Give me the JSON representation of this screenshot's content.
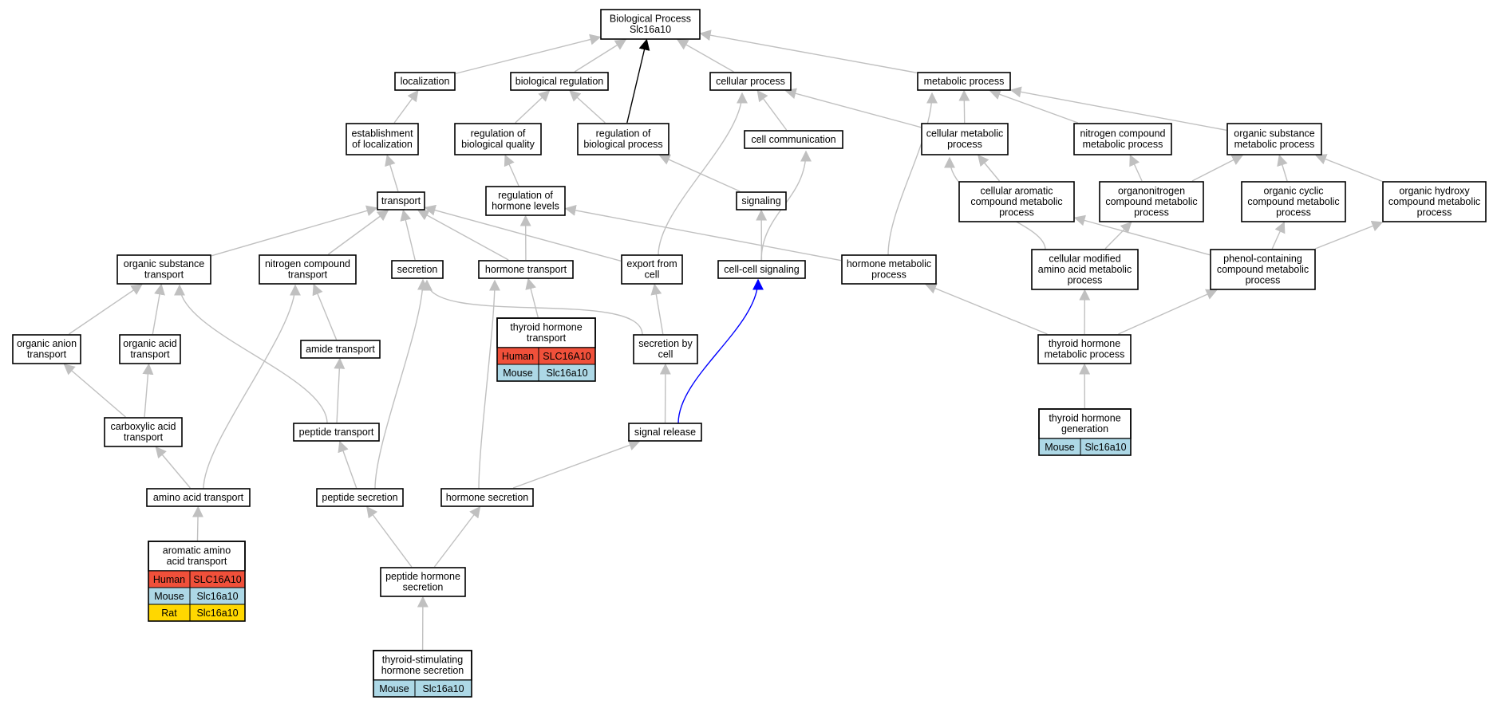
{
  "colors": {
    "edge_default": "#c0c0c0",
    "edge_root": "#000000",
    "edge_highlight": "#0000ff",
    "human": "#f0503a",
    "mouse": "#add8e6",
    "rat": "#ffd700"
  },
  "nodes": [
    {
      "id": "bp",
      "lines": [
        "Biological Process",
        "Slc16a10"
      ]
    },
    {
      "id": "localization",
      "lines": [
        "localization"
      ]
    },
    {
      "id": "bioreg",
      "lines": [
        "biological regulation"
      ]
    },
    {
      "id": "cellproc",
      "lines": [
        "cellular process"
      ]
    },
    {
      "id": "metproc",
      "lines": [
        "metabolic process"
      ]
    },
    {
      "id": "estloc",
      "lines": [
        "establishment",
        "of localization"
      ]
    },
    {
      "id": "regbioqual",
      "lines": [
        "regulation of",
        "biological quality"
      ]
    },
    {
      "id": "regbioproc",
      "lines": [
        "regulation of",
        "biological process"
      ]
    },
    {
      "id": "cellcomm",
      "lines": [
        "cell communication"
      ]
    },
    {
      "id": "cellmet",
      "lines": [
        "cellular metabolic",
        "process"
      ]
    },
    {
      "id": "nitromet",
      "lines": [
        "nitrogen compound",
        "metabolic process"
      ]
    },
    {
      "id": "orgsubmet",
      "lines": [
        "organic substance",
        "metabolic process"
      ]
    },
    {
      "id": "transport",
      "lines": [
        "transport"
      ]
    },
    {
      "id": "reghorm",
      "lines": [
        "regulation of",
        "hormone levels"
      ]
    },
    {
      "id": "signaling",
      "lines": [
        "signaling"
      ]
    },
    {
      "id": "cellarom",
      "lines": [
        "cellular aromatic",
        "compound metabolic",
        "process"
      ]
    },
    {
      "id": "organonitro",
      "lines": [
        "organonitrogen",
        "compound metabolic",
        "process"
      ]
    },
    {
      "id": "orgcyclic",
      "lines": [
        "organic cyclic",
        "compound metabolic",
        "process"
      ]
    },
    {
      "id": "orghydroxy",
      "lines": [
        "organic hydroxy",
        "compound metabolic",
        "process"
      ]
    },
    {
      "id": "orgsubtrans",
      "lines": [
        "organic substance",
        "transport"
      ]
    },
    {
      "id": "nitrotrans",
      "lines": [
        "nitrogen compound",
        "transport"
      ]
    },
    {
      "id": "secretion",
      "lines": [
        "secretion"
      ]
    },
    {
      "id": "hormtrans",
      "lines": [
        "hormone transport"
      ]
    },
    {
      "id": "exportcell",
      "lines": [
        "export from",
        "cell"
      ]
    },
    {
      "id": "cellcellsig",
      "lines": [
        "cell-cell signaling"
      ]
    },
    {
      "id": "hormmet",
      "lines": [
        "hormone metabolic",
        "process"
      ]
    },
    {
      "id": "cellmodaa",
      "lines": [
        "cellular modified",
        "amino acid metabolic",
        "process"
      ]
    },
    {
      "id": "phenol",
      "lines": [
        "phenol-containing",
        "compound metabolic",
        "process"
      ]
    },
    {
      "id": "organion",
      "lines": [
        "organic anion",
        "transport"
      ]
    },
    {
      "id": "orgacid",
      "lines": [
        "organic acid",
        "transport"
      ]
    },
    {
      "id": "amidetrans",
      "lines": [
        "amide transport"
      ]
    },
    {
      "id": "thyhormtrans",
      "lines": [
        "thyroid hormone",
        "transport"
      ],
      "genes": [
        {
          "species": "Human",
          "gene": "SLC16A10",
          "color": "human"
        },
        {
          "species": "Mouse",
          "gene": "Slc16a10",
          "color": "mouse"
        }
      ]
    },
    {
      "id": "secbycell",
      "lines": [
        "secretion by",
        "cell"
      ]
    },
    {
      "id": "thyhormmet",
      "lines": [
        "thyroid hormone",
        "metabolic process"
      ]
    },
    {
      "id": "carbox",
      "lines": [
        "carboxylic acid",
        "transport"
      ]
    },
    {
      "id": "peptrans",
      "lines": [
        "peptide transport"
      ]
    },
    {
      "id": "sigrelease",
      "lines": [
        "signal release"
      ]
    },
    {
      "id": "thyhormgen",
      "lines": [
        "thyroid hormone",
        "generation"
      ],
      "genes": [
        {
          "species": "Mouse",
          "gene": "Slc16a10",
          "color": "mouse"
        }
      ]
    },
    {
      "id": "aatrans",
      "lines": [
        "amino acid transport"
      ]
    },
    {
      "id": "pepsec",
      "lines": [
        "peptide secretion"
      ]
    },
    {
      "id": "hormsec",
      "lines": [
        "hormone secretion"
      ]
    },
    {
      "id": "aromaa",
      "lines": [
        "aromatic amino",
        "acid transport"
      ],
      "genes": [
        {
          "species": "Human",
          "gene": "SLC16A10",
          "color": "human"
        },
        {
          "species": "Mouse",
          "gene": "Slc16a10",
          "color": "mouse"
        },
        {
          "species": "Rat",
          "gene": "Slc16a10",
          "color": "rat"
        }
      ]
    },
    {
      "id": "pephormsec",
      "lines": [
        "peptide hormone",
        "secretion"
      ]
    },
    {
      "id": "tshsec",
      "lines": [
        "thyroid-stimulating",
        "hormone secretion"
      ],
      "genes": [
        {
          "species": "Mouse",
          "gene": "Slc16a10",
          "color": "mouse"
        }
      ]
    }
  ],
  "edges": [
    {
      "from": "localization",
      "to": "bp"
    },
    {
      "from": "bioreg",
      "to": "bp"
    },
    {
      "from": "regbioproc",
      "to": "bp",
      "style": "root"
    },
    {
      "from": "cellproc",
      "to": "bp"
    },
    {
      "from": "metproc",
      "to": "bp"
    },
    {
      "from": "estloc",
      "to": "localization"
    },
    {
      "from": "regbioqual",
      "to": "bioreg"
    },
    {
      "from": "regbioproc",
      "to": "bioreg"
    },
    {
      "from": "cellcomm",
      "to": "cellproc"
    },
    {
      "from": "cellmet",
      "to": "cellproc"
    },
    {
      "from": "cellmet",
      "to": "metproc"
    },
    {
      "from": "nitromet",
      "to": "metproc"
    },
    {
      "from": "orgsubmet",
      "to": "metproc"
    },
    {
      "from": "transport",
      "to": "estloc"
    },
    {
      "from": "reghorm",
      "to": "regbioqual"
    },
    {
      "from": "signaling",
      "to": "regbioproc"
    },
    {
      "from": "cellarom",
      "to": "cellmet"
    },
    {
      "from": "organonitro",
      "to": "nitromet"
    },
    {
      "from": "organonitro",
      "to": "orgsubmet"
    },
    {
      "from": "orgcyclic",
      "to": "orgsubmet"
    },
    {
      "from": "orghydroxy",
      "to": "orgsubmet"
    },
    {
      "from": "orgsubtrans",
      "to": "transport"
    },
    {
      "from": "nitrotrans",
      "to": "transport"
    },
    {
      "from": "secretion",
      "to": "transport"
    },
    {
      "from": "hormtrans",
      "to": "transport"
    },
    {
      "from": "exportcell",
      "to": "transport"
    },
    {
      "from": "exportcell",
      "to": "cellproc"
    },
    {
      "from": "hormtrans",
      "to": "reghorm"
    },
    {
      "from": "hormmet",
      "to": "reghorm"
    },
    {
      "from": "hormmet",
      "to": "metproc"
    },
    {
      "from": "cellcellsig",
      "to": "signaling"
    },
    {
      "from": "cellcellsig",
      "to": "cellcomm"
    },
    {
      "from": "cellmodaa",
      "to": "cellmet"
    },
    {
      "from": "cellmodaa",
      "to": "organonitro"
    },
    {
      "from": "phenol",
      "to": "cellarom"
    },
    {
      "from": "phenol",
      "to": "orgcyclic"
    },
    {
      "from": "phenol",
      "to": "orghydroxy"
    },
    {
      "from": "organion",
      "to": "orgsubtrans"
    },
    {
      "from": "orgacid",
      "to": "orgsubtrans"
    },
    {
      "from": "amidetrans",
      "to": "nitrotrans"
    },
    {
      "from": "thyhormtrans",
      "to": "hormtrans"
    },
    {
      "from": "secbycell",
      "to": "exportcell"
    },
    {
      "from": "secbycell",
      "to": "secretion"
    },
    {
      "from": "thyhormmet",
      "to": "hormmet"
    },
    {
      "from": "thyhormmet",
      "to": "cellmodaa"
    },
    {
      "from": "thyhormmet",
      "to": "phenol"
    },
    {
      "from": "carbox",
      "to": "organion"
    },
    {
      "from": "carbox",
      "to": "orgacid"
    },
    {
      "from": "peptrans",
      "to": "amidetrans"
    },
    {
      "from": "peptrans",
      "to": "orgsubtrans"
    },
    {
      "from": "sigrelease",
      "to": "secbycell"
    },
    {
      "from": "sigrelease",
      "to": "cellcellsig",
      "style": "highlight"
    },
    {
      "from": "thyhormgen",
      "to": "thyhormmet"
    },
    {
      "from": "aatrans",
      "to": "carbox"
    },
    {
      "from": "aatrans",
      "to": "nitrotrans"
    },
    {
      "from": "pepsec",
      "to": "peptrans"
    },
    {
      "from": "pepsec",
      "to": "secretion"
    },
    {
      "from": "hormsec",
      "to": "sigrelease"
    },
    {
      "from": "hormsec",
      "to": "hormtrans"
    },
    {
      "from": "aromaa",
      "to": "aatrans"
    },
    {
      "from": "pephormsec",
      "to": "pepsec"
    },
    {
      "from": "pephormsec",
      "to": "hormsec"
    },
    {
      "from": "tshsec",
      "to": "pephormsec"
    }
  ]
}
